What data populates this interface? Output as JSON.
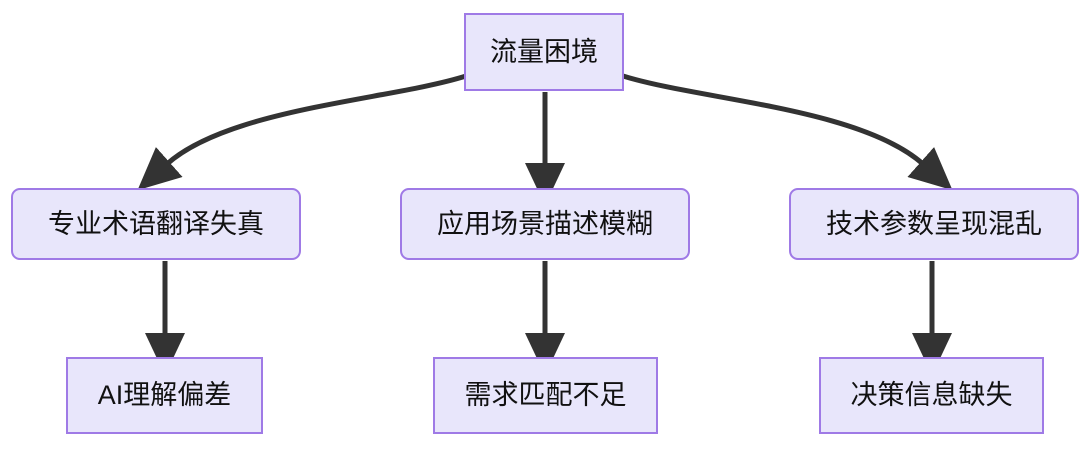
{
  "diagram": {
    "type": "flowchart",
    "direction": "top-down",
    "background_color": "#ffffff",
    "node_fill_color": "#e8e6fb",
    "node_border_color": "#9f7ae6",
    "edge_color": "#333333",
    "text_color": "#111111",
    "nodes": [
      {
        "id": "root",
        "label": "流量困境",
        "tier": "root",
        "shape": "rectangle"
      },
      {
        "id": "mid-1",
        "label": "专业术语翻译失真",
        "tier": "middle",
        "shape": "rounded-rectangle"
      },
      {
        "id": "mid-2",
        "label": "应用场景描述模糊",
        "tier": "middle",
        "shape": "rounded-rectangle"
      },
      {
        "id": "mid-3",
        "label": "技术参数呈现混乱",
        "tier": "middle",
        "shape": "rounded-rectangle"
      },
      {
        "id": "leaf-1",
        "label": "AI理解偏差",
        "tier": "leaf",
        "shape": "rectangle"
      },
      {
        "id": "leaf-2",
        "label": "需求匹配不足",
        "tier": "leaf",
        "shape": "rectangle"
      },
      {
        "id": "leaf-3",
        "label": "决策信息缺失",
        "tier": "leaf",
        "shape": "rectangle"
      }
    ],
    "edges": [
      {
        "id": "edge-root-mid-1",
        "from": "root",
        "to": "mid-1",
        "style": "curved",
        "arrow": "triangle"
      },
      {
        "id": "edge-root-mid-2",
        "from": "root",
        "to": "mid-2",
        "style": "straight",
        "arrow": "triangle"
      },
      {
        "id": "edge-root-mid-3",
        "from": "root",
        "to": "mid-3",
        "style": "curved",
        "arrow": "triangle"
      },
      {
        "id": "edge-mid-1-leaf-1",
        "from": "mid-1",
        "to": "leaf-1",
        "style": "straight",
        "arrow": "triangle"
      },
      {
        "id": "edge-mid-2-leaf-2",
        "from": "mid-2",
        "to": "leaf-2",
        "style": "straight",
        "arrow": "triangle"
      },
      {
        "id": "edge-mid-3-leaf-3",
        "from": "mid-3",
        "to": "leaf-3",
        "style": "straight",
        "arrow": "triangle"
      }
    ]
  }
}
